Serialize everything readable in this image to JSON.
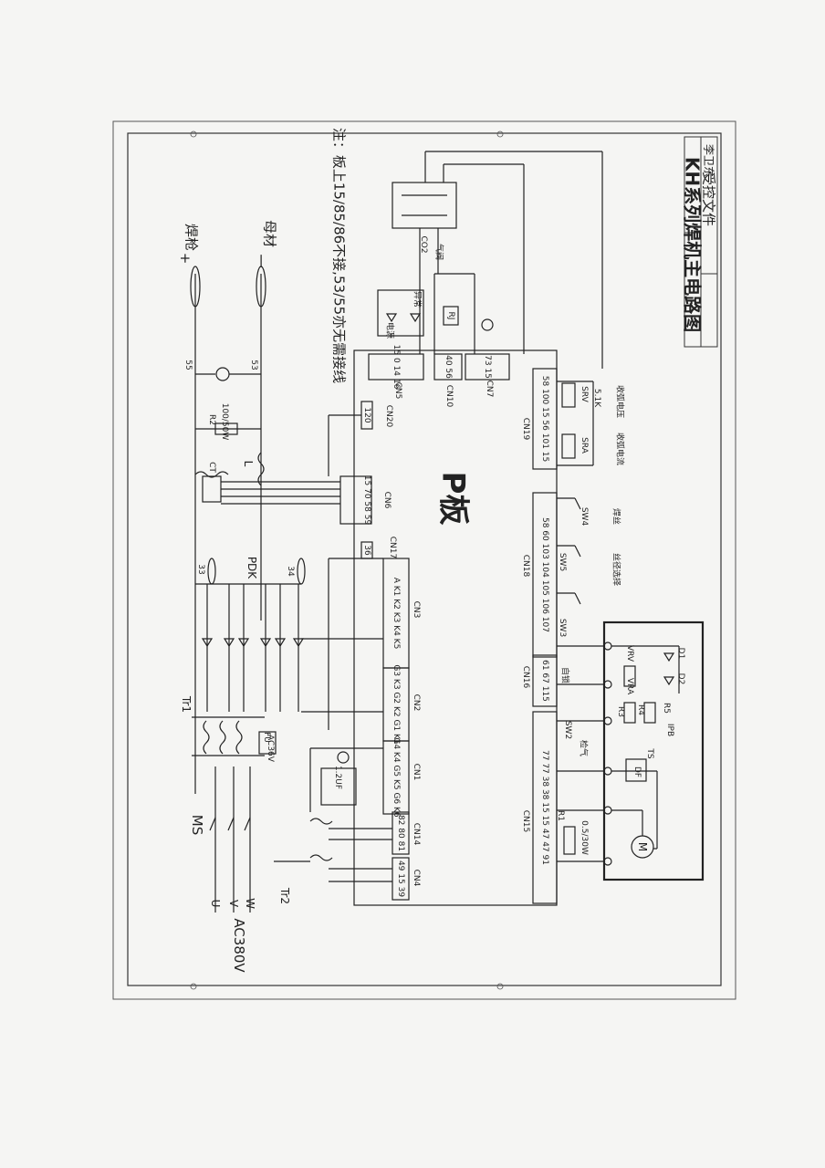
{
  "title_block": {
    "title": "KH系列焊机主电路图",
    "subtitle": "受控文件",
    "person": "李卫东"
  },
  "note": "注：板上15/85/86不接,53/55亦无需接线",
  "board_label": "P板",
  "labels": {
    "torch": "焊枪",
    "workpiece": "母材",
    "plus": "+",
    "minus": "一",
    "ac": "AC380V",
    "ms": "MS",
    "tr1": "Tr1",
    "tr2": "Tr2",
    "u": "U",
    "v": "V",
    "w": "W",
    "ct": "CT",
    "l": "L",
    "pdk": "PDK",
    "r2": "R2",
    "r2v": "100/50W",
    "r1": "R1",
    "r1v": "0.5/30W",
    "n55": "55",
    "n53": "53",
    "n33": "33",
    "n34": "34",
    "co2": "CO2",
    "qi": "气阀",
    "dian": "电源",
    "yi": "异常",
    "rj": "RJ",
    "sw4": "SW4",
    "sw5": "SW5",
    "sw3": "SW3",
    "sw2": "SW2",
    "srv": "SRV",
    "sra": "SRA",
    "k51": "5.1K",
    "shou_v": "收弧电压",
    "shou_a": "收弧电流",
    "hansi": "焊丝",
    "sijing": "丝径选择",
    "zisuo": "自锁",
    "jianqi": "检气",
    "vrv": "VRV",
    "vra": "VRA",
    "d1": "D1",
    "d2": "D2",
    "r3": "R3",
    "r4": "R4",
    "r5": "R5",
    "ts": "TS",
    "ipb": "IPB",
    "m": "M",
    "df": "DF",
    "fu": "FU",
    "ac36": "AC36V",
    "cap": "1.2UF"
  },
  "connectors": [
    {
      "name": "CN20",
      "pins": "120"
    },
    {
      "name": "CN6",
      "pins": "15 70 58 59"
    },
    {
      "name": "CN17",
      "pins": "36"
    },
    {
      "name": "CN5",
      "pins": "15 0 14 16"
    },
    {
      "name": "CN10",
      "pins": "40 56"
    },
    {
      "name": "CN7",
      "pins": "73 15"
    },
    {
      "name": "CN19",
      "pins": "58 100 15 56 101 15"
    },
    {
      "name": "CN18",
      "pins": "58 60 103 104 105 106 107"
    },
    {
      "name": "CN16",
      "pins": "61 67 115"
    },
    {
      "name": "CN15",
      "pins": "77 77 38 38 15 15 47 47 91"
    },
    {
      "name": "CN3",
      "pins": "A K1 K2 K3 K4 K5"
    },
    {
      "name": "CN2",
      "pins": "G3 K3 G2 K2 G1 K1"
    },
    {
      "name": "CN1",
      "pins": "G4 K4 G5 K5 G6 K6"
    },
    {
      "name": "CN14",
      "pins": "82 80 81"
    },
    {
      "name": "CN4",
      "pins": "49 15 39"
    }
  ]
}
